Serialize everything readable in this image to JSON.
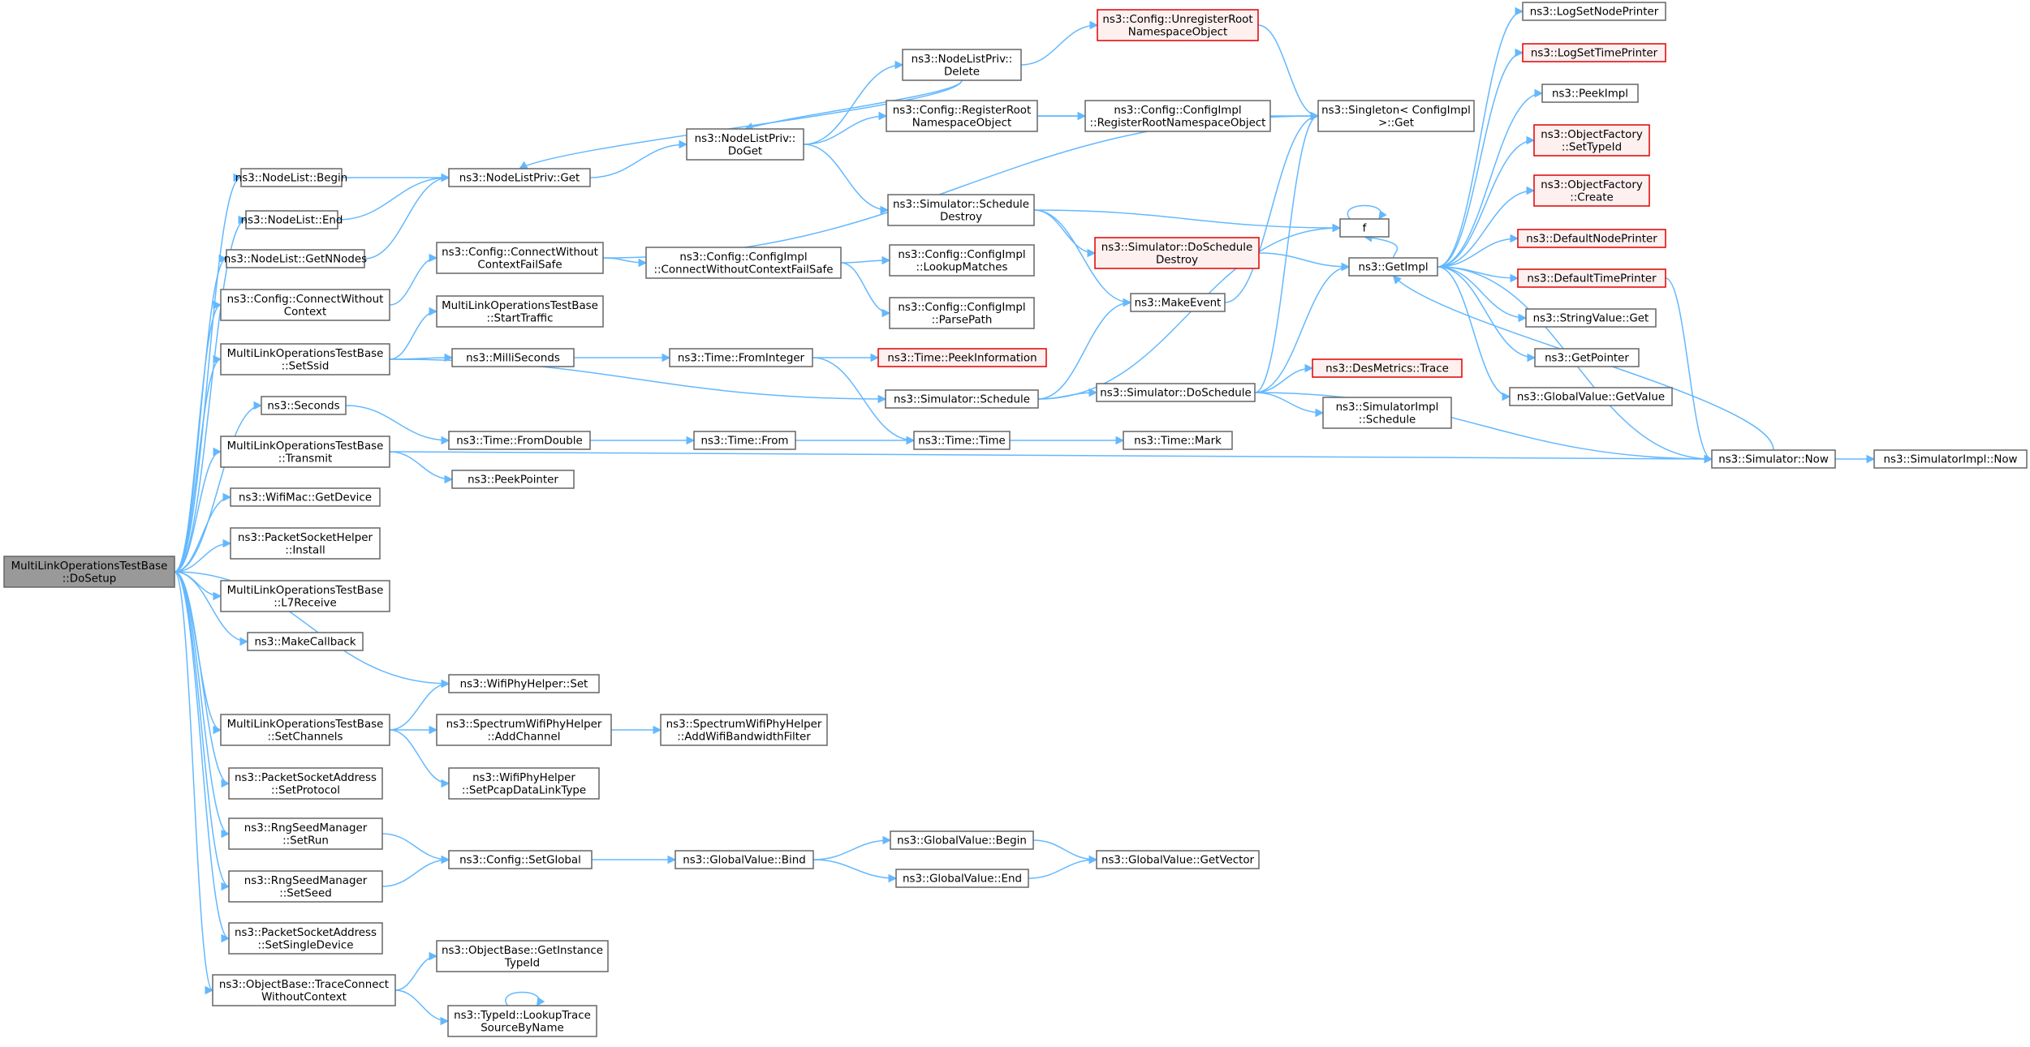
{
  "title": "",
  "colors": {
    "edge": "#63b8ff",
    "node_border": "#666666",
    "red_border": "#e00000",
    "red_fill": "#fff0f0",
    "root_fill": "#999999"
  },
  "nodes": [
    {
      "id": "root",
      "lines": [
        "MultiLinkOperationsTestBase",
        "::DoSetup"
      ],
      "style": "root"
    },
    {
      "id": "nl_begin",
      "lines": [
        "ns3::NodeList::Begin"
      ]
    },
    {
      "id": "nl_end",
      "lines": [
        "ns3::NodeList::End"
      ]
    },
    {
      "id": "nl_getn",
      "lines": [
        "ns3::NodeList::GetNNodes"
      ]
    },
    {
      "id": "cfg_cwc",
      "lines": [
        "ns3::Config::ConnectWithout",
        "Context"
      ]
    },
    {
      "id": "setssid",
      "lines": [
        "MultiLinkOperationsTestBase",
        "::SetSsid"
      ]
    },
    {
      "id": "seconds",
      "lines": [
        "ns3::Seconds"
      ]
    },
    {
      "id": "transmit",
      "lines": [
        "MultiLinkOperationsTestBase",
        "::Transmit"
      ]
    },
    {
      "id": "getdevice",
      "lines": [
        "ns3::WifiMac::GetDevice"
      ]
    },
    {
      "id": "psh_install",
      "lines": [
        "ns3::PacketSocketHelper",
        "::Install"
      ]
    },
    {
      "id": "l7receive",
      "lines": [
        "MultiLinkOperationsTestBase",
        "::L7Receive"
      ]
    },
    {
      "id": "makecallback",
      "lines": [
        "ns3::MakeCallback"
      ]
    },
    {
      "id": "setchannels",
      "lines": [
        "MultiLinkOperationsTestBase",
        "::SetChannels"
      ]
    },
    {
      "id": "psa_setprot",
      "lines": [
        "ns3::PacketSocketAddress",
        "::SetProtocol"
      ]
    },
    {
      "id": "rng_setrun",
      "lines": [
        "ns3::RngSeedManager",
        "::SetRun"
      ]
    },
    {
      "id": "rng_setseed",
      "lines": [
        "ns3::RngSeedManager",
        "::SetSeed"
      ]
    },
    {
      "id": "psa_setsd",
      "lines": [
        "ns3::PacketSocketAddress",
        "::SetSingleDevice"
      ]
    },
    {
      "id": "tracecon",
      "lines": [
        "ns3::ObjectBase::TraceConnect",
        "WithoutContext"
      ]
    },
    {
      "id": "nlp_get",
      "lines": [
        "ns3::NodeListPriv::Get"
      ]
    },
    {
      "id": "cfg_cwcfs",
      "lines": [
        "ns3::Config::ConnectWithout",
        "ContextFailSafe"
      ]
    },
    {
      "id": "starttraffic",
      "lines": [
        "MultiLinkOperationsTestBase",
        "::StartTraffic"
      ]
    },
    {
      "id": "millis",
      "lines": [
        "ns3::MilliSeconds"
      ]
    },
    {
      "id": "fromdouble",
      "lines": [
        "ns3::Time::FromDouble"
      ]
    },
    {
      "id": "peekpointer",
      "lines": [
        "ns3::PeekPointer"
      ]
    },
    {
      "id": "wph_set",
      "lines": [
        "ns3::WifiPhyHelper::Set"
      ]
    },
    {
      "id": "swph_addch",
      "lines": [
        "ns3::SpectrumWifiPhyHelper",
        "::AddChannel"
      ]
    },
    {
      "id": "wph_setpcap",
      "lines": [
        "ns3::WifiPhyHelper",
        "::SetPcapDataLinkType"
      ]
    },
    {
      "id": "cfg_setglobal",
      "lines": [
        "ns3::Config::SetGlobal"
      ]
    },
    {
      "id": "ob_getinst",
      "lines": [
        "ns3::ObjectBase::GetInstance",
        "TypeId"
      ]
    },
    {
      "id": "tid_lookup",
      "lines": [
        "ns3::TypeId::LookupTrace",
        "SourceByName"
      ]
    },
    {
      "id": "nlp_doget",
      "lines": [
        "ns3::NodeListPriv::",
        "DoGet"
      ]
    },
    {
      "id": "cfgimpl_cwcfs",
      "lines": [
        "ns3::Config::ConfigImpl",
        "::ConnectWithoutContextFailSafe"
      ]
    },
    {
      "id": "time_fromint",
      "lines": [
        "ns3::Time::FromInteger"
      ]
    },
    {
      "id": "time_from",
      "lines": [
        "ns3::Time::From"
      ]
    },
    {
      "id": "swph_addbw",
      "lines": [
        "ns3::SpectrumWifiPhyHelper",
        "::AddWifiBandwidthFilter"
      ]
    },
    {
      "id": "gv_bind",
      "lines": [
        "ns3::GlobalValue::Bind"
      ]
    },
    {
      "id": "nlp_delete",
      "lines": [
        "ns3::NodeListPriv::",
        "Delete"
      ]
    },
    {
      "id": "cfg_regroot",
      "lines": [
        "ns3::Config::RegisterRoot",
        "NamespaceObject"
      ]
    },
    {
      "id": "sim_schdestroy",
      "lines": [
        "ns3::Simulator::Schedule",
        "Destroy"
      ]
    },
    {
      "id": "cfgimpl_lookup",
      "lines": [
        "ns3::Config::ConfigImpl",
        "::LookupMatches"
      ]
    },
    {
      "id": "cfgimpl_parse",
      "lines": [
        "ns3::Config::ConfigImpl",
        "::ParsePath"
      ]
    },
    {
      "id": "time_peekinfo",
      "lines": [
        "ns3::Time::PeekInformation"
      ],
      "style": "red"
    },
    {
      "id": "sim_schedule",
      "lines": [
        "ns3::Simulator::Schedule"
      ]
    },
    {
      "id": "time_time",
      "lines": [
        "ns3::Time::Time"
      ]
    },
    {
      "id": "gv_begin",
      "lines": [
        "ns3::GlobalValue::Begin"
      ]
    },
    {
      "id": "gv_end",
      "lines": [
        "ns3::GlobalValue::End"
      ]
    },
    {
      "id": "cfg_unregroot",
      "lines": [
        "ns3::Config::UnregisterRoot",
        "NamespaceObject"
      ],
      "style": "red"
    },
    {
      "id": "cfgimpl_regroot",
      "lines": [
        "ns3::Config::ConfigImpl",
        "::RegisterRootNamespaceObject"
      ]
    },
    {
      "id": "sim_doschdestroy",
      "lines": [
        "ns3::Simulator::DoSchedule",
        "Destroy"
      ],
      "style": "red"
    },
    {
      "id": "makeevent",
      "lines": [
        "ns3::MakeEvent"
      ]
    },
    {
      "id": "sim_doschedule",
      "lines": [
        "ns3::Simulator::DoSchedule"
      ]
    },
    {
      "id": "time_mark",
      "lines": [
        "ns3::Time::Mark"
      ]
    },
    {
      "id": "gv_getvector",
      "lines": [
        "ns3::GlobalValue::GetVector"
      ]
    },
    {
      "id": "singleton_get",
      "lines": [
        "ns3::Singleton< ConfigImpl",
        ">::Get"
      ]
    },
    {
      "id": "f",
      "lines": [
        "f"
      ]
    },
    {
      "id": "getimpl",
      "lines": [
        "ns3::GetImpl"
      ]
    },
    {
      "id": "desmetrics",
      "lines": [
        "ns3::DesMetrics::Trace"
      ],
      "style": "red"
    },
    {
      "id": "simimpl_schedule",
      "lines": [
        "ns3::SimulatorImpl",
        "::Schedule"
      ]
    },
    {
      "id": "logsetnode",
      "lines": [
        "ns3::LogSetNodePrinter"
      ]
    },
    {
      "id": "logsettime",
      "lines": [
        "ns3::LogSetTimePrinter"
      ],
      "style": "red"
    },
    {
      "id": "peekimpl",
      "lines": [
        "ns3::PeekImpl"
      ]
    },
    {
      "id": "of_settypeid",
      "lines": [
        "ns3::ObjectFactory",
        "::SetTypeId"
      ],
      "style": "red"
    },
    {
      "id": "of_create",
      "lines": [
        "ns3::ObjectFactory",
        "::Create"
      ],
      "style": "red"
    },
    {
      "id": "defnodeprinter",
      "lines": [
        "ns3::DefaultNodePrinter"
      ],
      "style": "red"
    },
    {
      "id": "deftimeprinter",
      "lines": [
        "ns3::DefaultTimePrinter"
      ],
      "style": "red"
    },
    {
      "id": "stringvalue_get",
      "lines": [
        "ns3::StringValue::Get"
      ]
    },
    {
      "id": "getpointer",
      "lines": [
        "ns3::GetPointer"
      ]
    },
    {
      "id": "gv_getvalue",
      "lines": [
        "ns3::GlobalValue::GetValue"
      ]
    },
    {
      "id": "sim_now",
      "lines": [
        "ns3::Simulator::Now"
      ]
    },
    {
      "id": "simimpl_now",
      "lines": [
        "ns3::SimulatorImpl::Now"
      ]
    }
  ],
  "edges": [
    [
      "root",
      "nl_begin"
    ],
    [
      "root",
      "nl_end"
    ],
    [
      "root",
      "nl_getn"
    ],
    [
      "root",
      "cfg_cwc"
    ],
    [
      "root",
      "setssid"
    ],
    [
      "root",
      "seconds"
    ],
    [
      "root",
      "transmit"
    ],
    [
      "root",
      "getdevice"
    ],
    [
      "root",
      "psh_install"
    ],
    [
      "root",
      "l7receive"
    ],
    [
      "root",
      "makecallback"
    ],
    [
      "root",
      "wph_set"
    ],
    [
      "root",
      "setchannels"
    ],
    [
      "root",
      "psa_setprot"
    ],
    [
      "root",
      "rng_setrun"
    ],
    [
      "root",
      "rng_setseed"
    ],
    [
      "root",
      "psa_setsd"
    ],
    [
      "root",
      "tracecon"
    ],
    [
      "nl_begin",
      "nlp_get"
    ],
    [
      "nl_end",
      "nlp_get"
    ],
    [
      "nl_getn",
      "nlp_get"
    ],
    [
      "cfg_cwc",
      "cfg_cwcfs"
    ],
    [
      "setssid",
      "starttraffic"
    ],
    [
      "setssid",
      "millis"
    ],
    [
      "setssid",
      "sim_schedule"
    ],
    [
      "seconds",
      "fromdouble"
    ],
    [
      "transmit",
      "peekpointer"
    ],
    [
      "transmit",
      "sim_now"
    ],
    [
      "setchannels",
      "wph_set"
    ],
    [
      "setchannels",
      "swph_addch"
    ],
    [
      "setchannels",
      "wph_setpcap"
    ],
    [
      "rng_setrun",
      "cfg_setglobal"
    ],
    [
      "rng_setseed",
      "cfg_setglobal"
    ],
    [
      "tracecon",
      "ob_getinst"
    ],
    [
      "tracecon",
      "tid_lookup"
    ],
    [
      "tid_lookup",
      "tid_lookup"
    ],
    [
      "nlp_get",
      "nlp_doget"
    ],
    [
      "cfg_cwcfs",
      "cfgimpl_cwcfs"
    ],
    [
      "cfg_cwcfs",
      "singleton_get"
    ],
    [
      "millis",
      "time_fromint"
    ],
    [
      "fromdouble",
      "time_from"
    ],
    [
      "swph_addch",
      "swph_addbw"
    ],
    [
      "cfg_setglobal",
      "gv_bind"
    ],
    [
      "nlp_doget",
      "nlp_delete"
    ],
    [
      "nlp_doget",
      "cfg_regroot"
    ],
    [
      "nlp_doget",
      "sim_schdestroy"
    ],
    [
      "nlp_delete",
      "nlp_get"
    ],
    [
      "nlp_delete",
      "nlp_doget"
    ],
    [
      "nlp_delete",
      "cfg_unregroot"
    ],
    [
      "cfgimpl_cwcfs",
      "cfgimpl_lookup"
    ],
    [
      "cfgimpl_cwcfs",
      "cfgimpl_parse"
    ],
    [
      "time_fromint",
      "time_peekinfo"
    ],
    [
      "time_fromint",
      "time_time"
    ],
    [
      "time_from",
      "time_time"
    ],
    [
      "gv_bind",
      "gv_begin"
    ],
    [
      "gv_bind",
      "gv_end"
    ],
    [
      "cfg_regroot",
      "cfgimpl_regroot"
    ],
    [
      "cfg_regroot",
      "singleton_get"
    ],
    [
      "sim_schdestroy",
      "sim_doschdestroy"
    ],
    [
      "sim_schdestroy",
      "makeevent"
    ],
    [
      "sim_schdestroy",
      "f"
    ],
    [
      "sim_schedule",
      "makeevent"
    ],
    [
      "sim_schedule",
      "sim_doschedule"
    ],
    [
      "sim_schedule",
      "f"
    ],
    [
      "time_time",
      "time_mark"
    ],
    [
      "gv_begin",
      "gv_getvector"
    ],
    [
      "gv_end",
      "gv_getvector"
    ],
    [
      "cfg_unregroot",
      "singleton_get"
    ],
    [
      "sim_doschdestroy",
      "getimpl"
    ],
    [
      "makeevent",
      "singleton_get"
    ],
    [
      "sim_doschedule",
      "desmetrics"
    ],
    [
      "sim_doschedule",
      "simimpl_schedule"
    ],
    [
      "sim_doschedule",
      "getimpl"
    ],
    [
      "sim_doschedule",
      "sim_now"
    ],
    [
      "sim_doschedule",
      "singleton_get"
    ],
    [
      "f",
      "f"
    ],
    [
      "getimpl",
      "logsetnode"
    ],
    [
      "getimpl",
      "logsettime"
    ],
    [
      "getimpl",
      "peekimpl"
    ],
    [
      "getimpl",
      "of_settypeid"
    ],
    [
      "getimpl",
      "of_create"
    ],
    [
      "getimpl",
      "defnodeprinter"
    ],
    [
      "getimpl",
      "deftimeprinter"
    ],
    [
      "getimpl",
      "stringvalue_get"
    ],
    [
      "getimpl",
      "getpointer"
    ],
    [
      "getimpl",
      "gv_getvalue"
    ],
    [
      "getimpl",
      "sim_now"
    ],
    [
      "getimpl",
      "f"
    ],
    [
      "deftimeprinter",
      "sim_now"
    ],
    [
      "sim_now",
      "getimpl"
    ],
    [
      "sim_now",
      "simimpl_now"
    ]
  ]
}
